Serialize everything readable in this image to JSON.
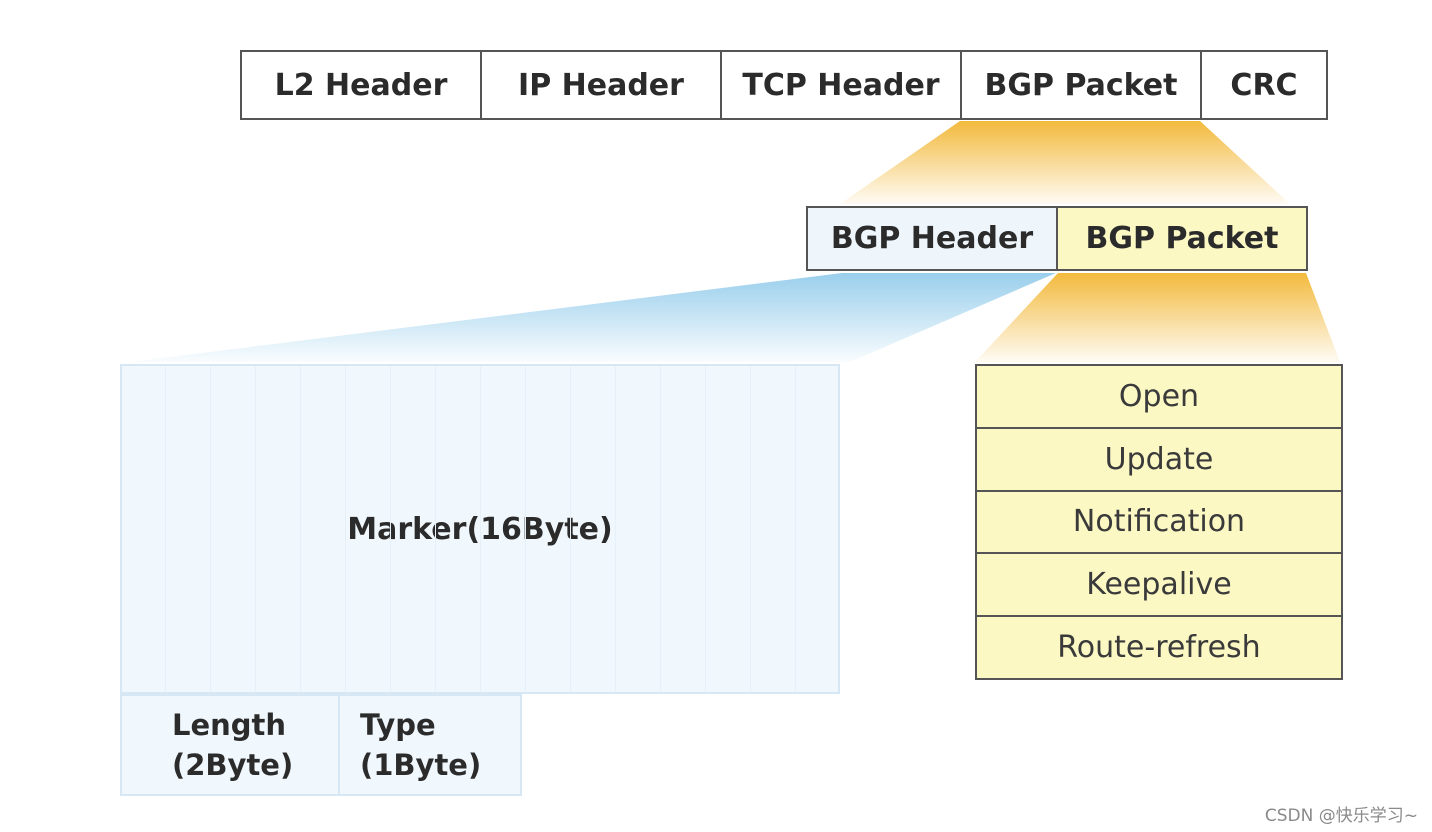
{
  "frame": {
    "cells": [
      "L2 Header",
      "IP Header",
      "TCP Header",
      "BGP Packet",
      "CRC"
    ]
  },
  "bgp": {
    "header_label": "BGP Header",
    "packet_label": "BGP Packet"
  },
  "header_fields": {
    "marker": "Marker(16Byte)",
    "length_line1": "Length",
    "length_line2": "(2Byte)",
    "type_line1": "Type",
    "type_line2": "(1Byte)"
  },
  "message_types": [
    "Open",
    "Update",
    "Notification",
    "Keepalive",
    "Route-refresh"
  ],
  "colors": {
    "header_blue": "#f1f8fd",
    "packet_yellow": "#fbf8c4",
    "fan_orange": "#f2b632",
    "fan_blue": "#8ec9ea"
  },
  "watermark": "CSDN @快乐学习~"
}
